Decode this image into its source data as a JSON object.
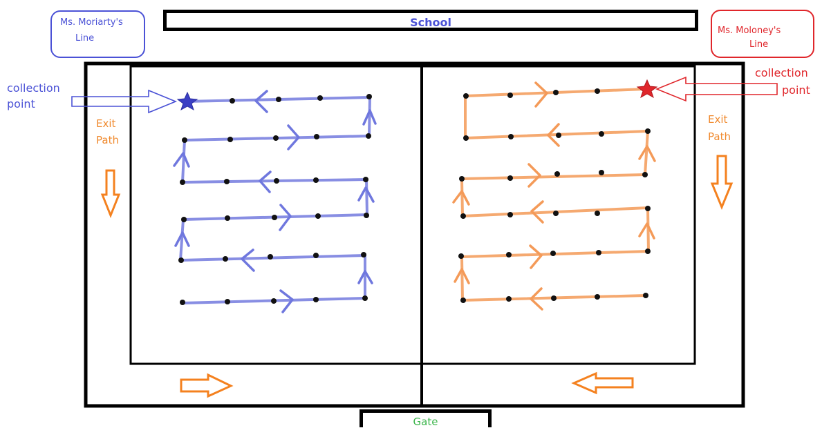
{
  "header": {
    "school_label": "School"
  },
  "footer": {
    "gate_label": "Gate"
  },
  "lines": {
    "left": {
      "title_line1": "Ms. Moriarty's",
      "title_line2": "Line",
      "color": "#4b52d6"
    },
    "right": {
      "title_line1": "Ms. Moloney's",
      "title_line2": "Line",
      "color": "#e0262b"
    }
  },
  "annotations": {
    "left_collection_line1": "collection",
    "left_collection_line2": "point",
    "right_collection_line1": "collection",
    "right_collection_line2": "point",
    "left_exit_line1": "Exit",
    "left_exit_line2": "Path",
    "right_exit_line1": "Exit",
    "right_exit_line2": "Path"
  },
  "colors": {
    "blue_path": "#7b82e0",
    "orange_path": "#f4a468",
    "orange_text": "#f08a2e",
    "exit_arrow": "#f4811f",
    "dot": "#111111",
    "wall": "#000000"
  }
}
